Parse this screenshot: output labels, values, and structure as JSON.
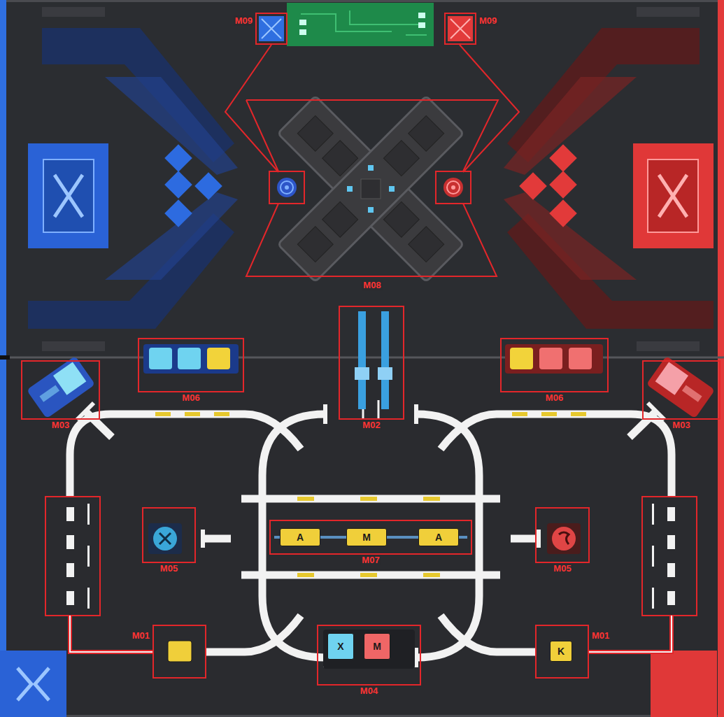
{
  "diagram": {
    "nodes": [
      {
        "text": [
          "M09"
        ]
      },
      {
        "text": [
          "M09"
        ]
      },
      {
        "text": [
          "M08"
        ]
      },
      {
        "text": [
          "M06"
        ]
      },
      {
        "text": [
          "M02"
        ]
      },
      {
        "text": [
          "M06"
        ]
      },
      {
        "text": [
          "M03"
        ]
      },
      {
        "text": [
          "M03"
        ]
      },
      {
        "text": [
          "M05"
        ]
      },
      {
        "text": [
          "M07"
        ]
      },
      {
        "text": [
          "A"
        ],
        "in": 9
      },
      {
        "text": [
          "M"
        ],
        "in": 9
      },
      {
        "text": [
          "A"
        ],
        "in": 9
      },
      {
        "text": [
          "M05"
        ]
      },
      {
        "text": [
          "M01"
        ]
      },
      {
        "text": [
          "M04"
        ]
      },
      {
        "text": [
          "X"
        ],
        "in": 15
      },
      {
        "text": [
          "M"
        ],
        "in": 15
      },
      {
        "text": [
          "M01"
        ]
      },
      {
        "text": [
          "K"
        ],
        "in": 18
      }
    ]
  }
}
